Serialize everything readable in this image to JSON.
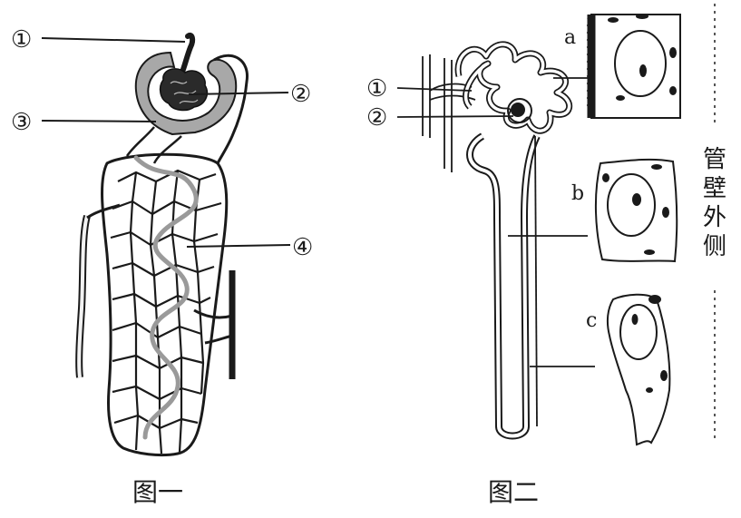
{
  "figure1": {
    "caption": "图一",
    "labels": {
      "l1": "①",
      "l2": "②",
      "l3": "③",
      "l4": "④"
    }
  },
  "figure2": {
    "caption": "图二",
    "labels": {
      "l1": "①",
      "l2": "②"
    },
    "cells": {
      "a": "a",
      "b": "b",
      "c": "c"
    },
    "side_text": [
      "管",
      "壁",
      "外",
      "侧"
    ]
  }
}
